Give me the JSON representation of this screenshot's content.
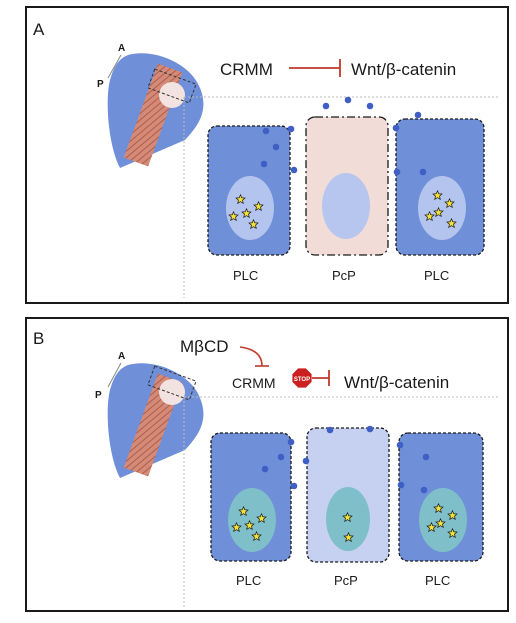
{
  "panels": [
    {
      "letter": "A",
      "axis": {
        "a": "A",
        "p": "P"
      },
      "pathway": {
        "left": "CRMM",
        "right": "Wnt/β-catenin"
      },
      "cells": {
        "left": "PLC",
        "middle": "PcP",
        "right": "PLC"
      }
    },
    {
      "letter": "B",
      "axis": {
        "a": "A",
        "p": "P"
      },
      "inhibitor": "MβCD",
      "stop_sign": "STOP",
      "pathway": {
        "left": "CRMM",
        "right": "Wnt/β-catenin"
      },
      "cells": {
        "left": "PLC",
        "middle": "PcP",
        "right": "PLC"
      }
    }
  ],
  "colors": {
    "plc_fill": "#6f8fd8",
    "plc_nucleus": "#b3c4ee",
    "pcp_a_fill": "#f1dcd8",
    "pcp_a_nucleus": "#b7c6ee",
    "pcp_b_fill": "#c6d1f1",
    "teal_nucleus": "#7fbfc9",
    "dot": "#3f5fc4",
    "inhibit_line": "#c0392b",
    "stop": "#cc1f1f",
    "embryo": "#6f8fd8",
    "embryo_stripe": "#c97b6a",
    "star": "#f5e23a"
  }
}
